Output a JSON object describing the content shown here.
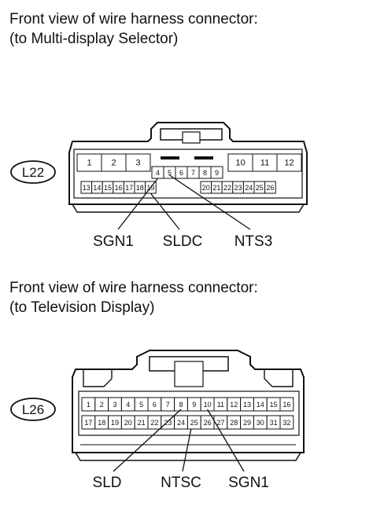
{
  "section1": {
    "caption_line1": "Front view of wire harness connector:",
    "caption_line2": "(to Multi-display Selector)",
    "connector_id": "L22",
    "top_pins_left": [
      "1",
      "2",
      "3"
    ],
    "top_pins_mid": [
      "4",
      "5",
      "6",
      "7",
      "8",
      "9"
    ],
    "top_pins_right": [
      "10",
      "11",
      "12"
    ],
    "bottom_pins": [
      "13",
      "14",
      "15",
      "16",
      "17",
      "18",
      "19",
      "20",
      "21",
      "22",
      "23",
      "24",
      "25",
      "26"
    ],
    "signals": [
      {
        "label": "SGN1",
        "pin": "4"
      },
      {
        "label": "SLDC",
        "pin": "19"
      },
      {
        "label": "NTS3",
        "pin": "5"
      }
    ]
  },
  "section2": {
    "caption_line1": "Front view of wire harness connector:",
    "caption_line2": "(to Television Display)",
    "connector_id": "L26",
    "top_pins": [
      "1",
      "2",
      "3",
      "4",
      "5",
      "6",
      "7",
      "8",
      "9",
      "10",
      "11",
      "12",
      "13",
      "14",
      "15",
      "16"
    ],
    "bottom_pins": [
      "17",
      "18",
      "19",
      "20",
      "21",
      "22",
      "23",
      "24",
      "25",
      "26",
      "27",
      "28",
      "29",
      "30",
      "31",
      "32"
    ],
    "signals": [
      {
        "label": "SLD",
        "pin": "8"
      },
      {
        "label": "NTSC",
        "pin": "25"
      },
      {
        "label": "SGN1",
        "pin": "10"
      }
    ]
  }
}
